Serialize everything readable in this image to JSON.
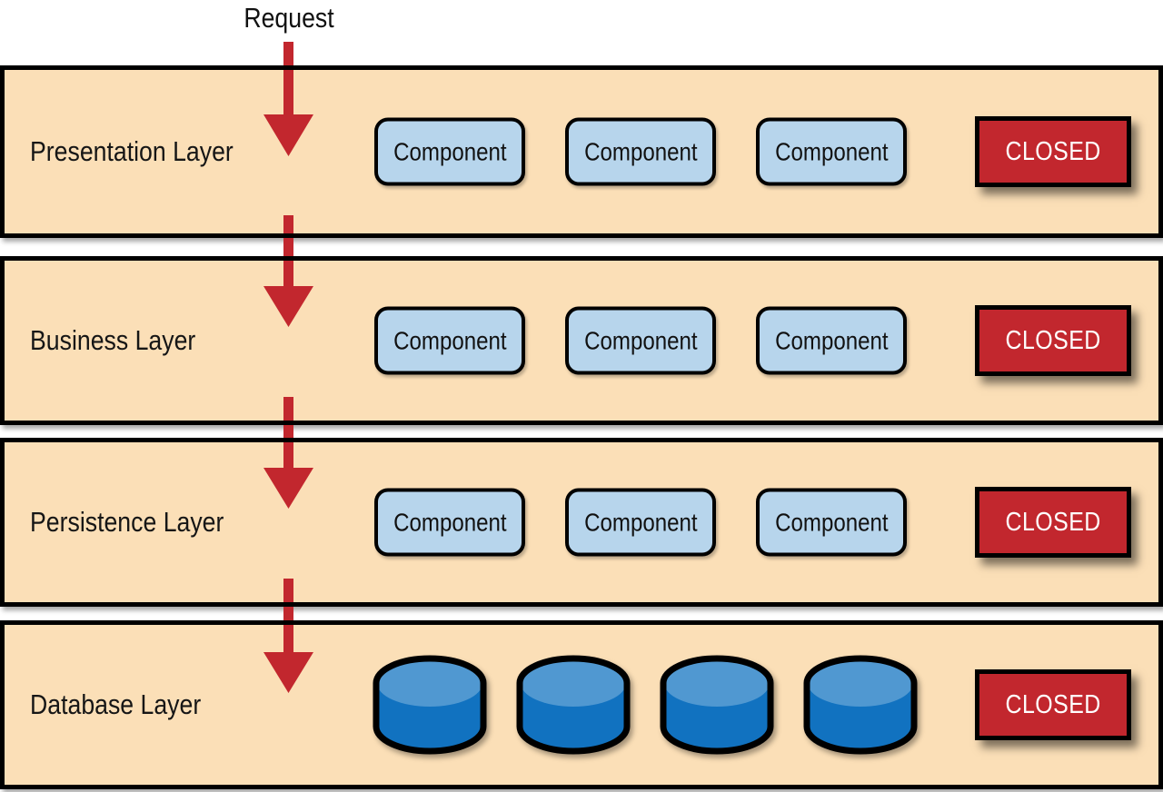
{
  "request_label": "Request",
  "colors": {
    "layer_fill": "#fbdfb7",
    "layer_border": "#000000",
    "component_fill": "#b7d5ec",
    "closed_red": "#c2272e",
    "arrow_red": "#c2272e",
    "closed_text": "#ffffff",
    "cylinder_top": "#5098d1",
    "cylinder_body": "#1172c0"
  },
  "layers": [
    {
      "name": "Presentation Layer",
      "components": [
        "Component",
        "Component",
        "Component"
      ],
      "status_label": "CLOSED"
    },
    {
      "name": "Business Layer",
      "components": [
        "Component",
        "Component",
        "Component"
      ],
      "status_label": "CLOSED"
    },
    {
      "name": "Persistence Layer",
      "components": [
        "Component",
        "Component",
        "Component"
      ],
      "status_label": "CLOSED"
    },
    {
      "name": "Database Layer",
      "database_count": 4,
      "status_label": "CLOSED"
    }
  ]
}
